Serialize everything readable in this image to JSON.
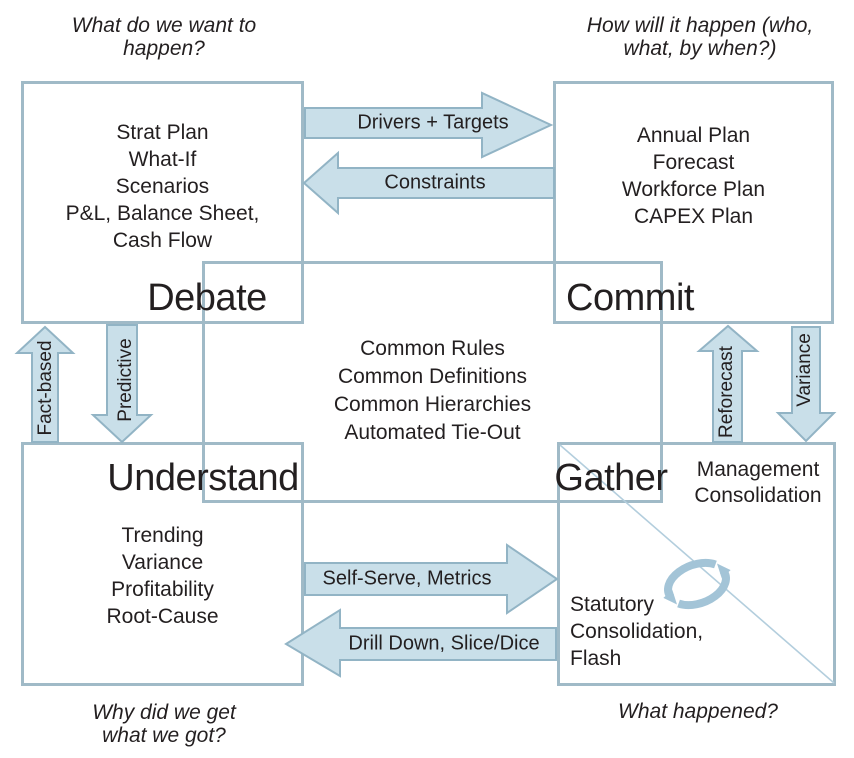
{
  "colors": {
    "box_border": "#a0bac7",
    "arrow_fill": "#c9dfe9",
    "arrow_stroke": "#92b4c5",
    "icon_blue": "#a3c4d7",
    "diagonal_blue": "#b3cedd",
    "text": "#231f20"
  },
  "questions": {
    "top_left": [
      "What do we want to",
      "happen?"
    ],
    "top_right": [
      "How will it happen (who,",
      "what, by when?)"
    ],
    "bottom_left": [
      "Why did we get",
      "what we got?"
    ],
    "bottom_right": [
      "What happened?"
    ]
  },
  "quadrants": {
    "debate": {
      "heading": "Debate",
      "items": [
        "Strat Plan",
        "What-If",
        "Scenarios",
        "P&L, Balance Sheet,",
        "Cash Flow"
      ]
    },
    "commit": {
      "heading": "Commit",
      "items": [
        "Annual Plan",
        "Forecast",
        "Workforce Plan",
        "CAPEX Plan"
      ]
    },
    "understand": {
      "heading": "Understand",
      "items": [
        "Trending",
        "Variance",
        "Profitability",
        "Root-Cause"
      ]
    },
    "gather": {
      "heading": "Gather",
      "management": [
        "Management",
        "Consolidation"
      ],
      "statutory": [
        "Statutory",
        "Consolidation,",
        "Flash"
      ]
    }
  },
  "center_box": {
    "items": [
      "Common Rules",
      "Common Definitions",
      "Common Hierarchies",
      "Automated Tie-Out"
    ]
  },
  "arrows": {
    "drivers_targets": "Drivers + Targets",
    "constraints": "Constraints",
    "fact_based": "Fact-based",
    "predictive": "Predictive",
    "reforecast": "Reforecast",
    "variance": "Variance",
    "self_serve": "Self-Serve, Metrics",
    "drill_down": "Drill Down, Slice/Dice"
  }
}
